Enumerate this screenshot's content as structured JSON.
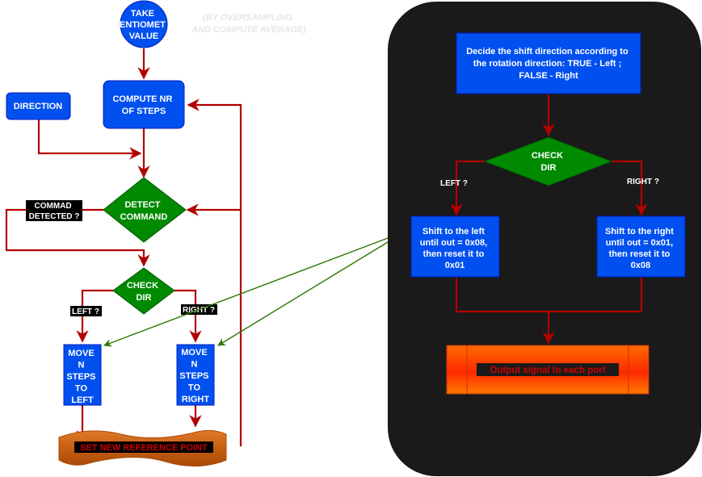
{
  "colors": {
    "process_fill": "#0050ef",
    "process_stroke": "#001dbc",
    "decision_fill": "#008a00",
    "decision_stroke": "#005700",
    "arrow_red": "#b20000",
    "arrow_green": "#2d7600",
    "panel": "#1a1a1a",
    "note_text": "#e6e6e6",
    "output_text": "#cc0000"
  },
  "left": {
    "take_value": "TAKE ENTIOMETER VALUE",
    "take_value_lines": [
      "TAKE",
      "ENTIOMET",
      "VALUE"
    ],
    "note_lines": [
      "(BY OVERSAMPLING",
      "AND COMPUTE AVERAGE)"
    ],
    "compute_lines": [
      "COMPUTE NR",
      "OF STEPS"
    ],
    "direction": "DIRECTION",
    "detect_lines": [
      "DETECT",
      "COMMAND"
    ],
    "commad_detected_lines": [
      "COMMAD",
      "DETECTED ?"
    ],
    "check_dir_lines": [
      "CHECK",
      "DIR"
    ],
    "left_q": "LEFT ?",
    "right_q": "RIGHT ?",
    "move_left_lines": [
      "MOVE",
      "N",
      "STEPS",
      "TO",
      "LEFT"
    ],
    "move_right_lines": [
      "MOVE",
      "N",
      "STEPS",
      "TO",
      "RIGHT"
    ],
    "set_ref": "SET NEW REFERENCE POINT"
  },
  "right": {
    "decide_lines": [
      "Decide the shift direction according to",
      "the rotation direction: TRUE - Left ;",
      "FALSE - Right"
    ],
    "check_dir_lines": [
      "CHECK",
      "DIR"
    ],
    "left_q": "LEFT ?",
    "right_q": "RIGHT ?",
    "shift_left_lines": [
      "Shift to the left",
      "until out = 0x08,",
      "then reset it to",
      "0x01"
    ],
    "shift_right_lines": [
      "Shift to the right",
      "until out = 0x01,",
      "then reset it to",
      "0x08"
    ],
    "output": "Output signal to each port"
  }
}
